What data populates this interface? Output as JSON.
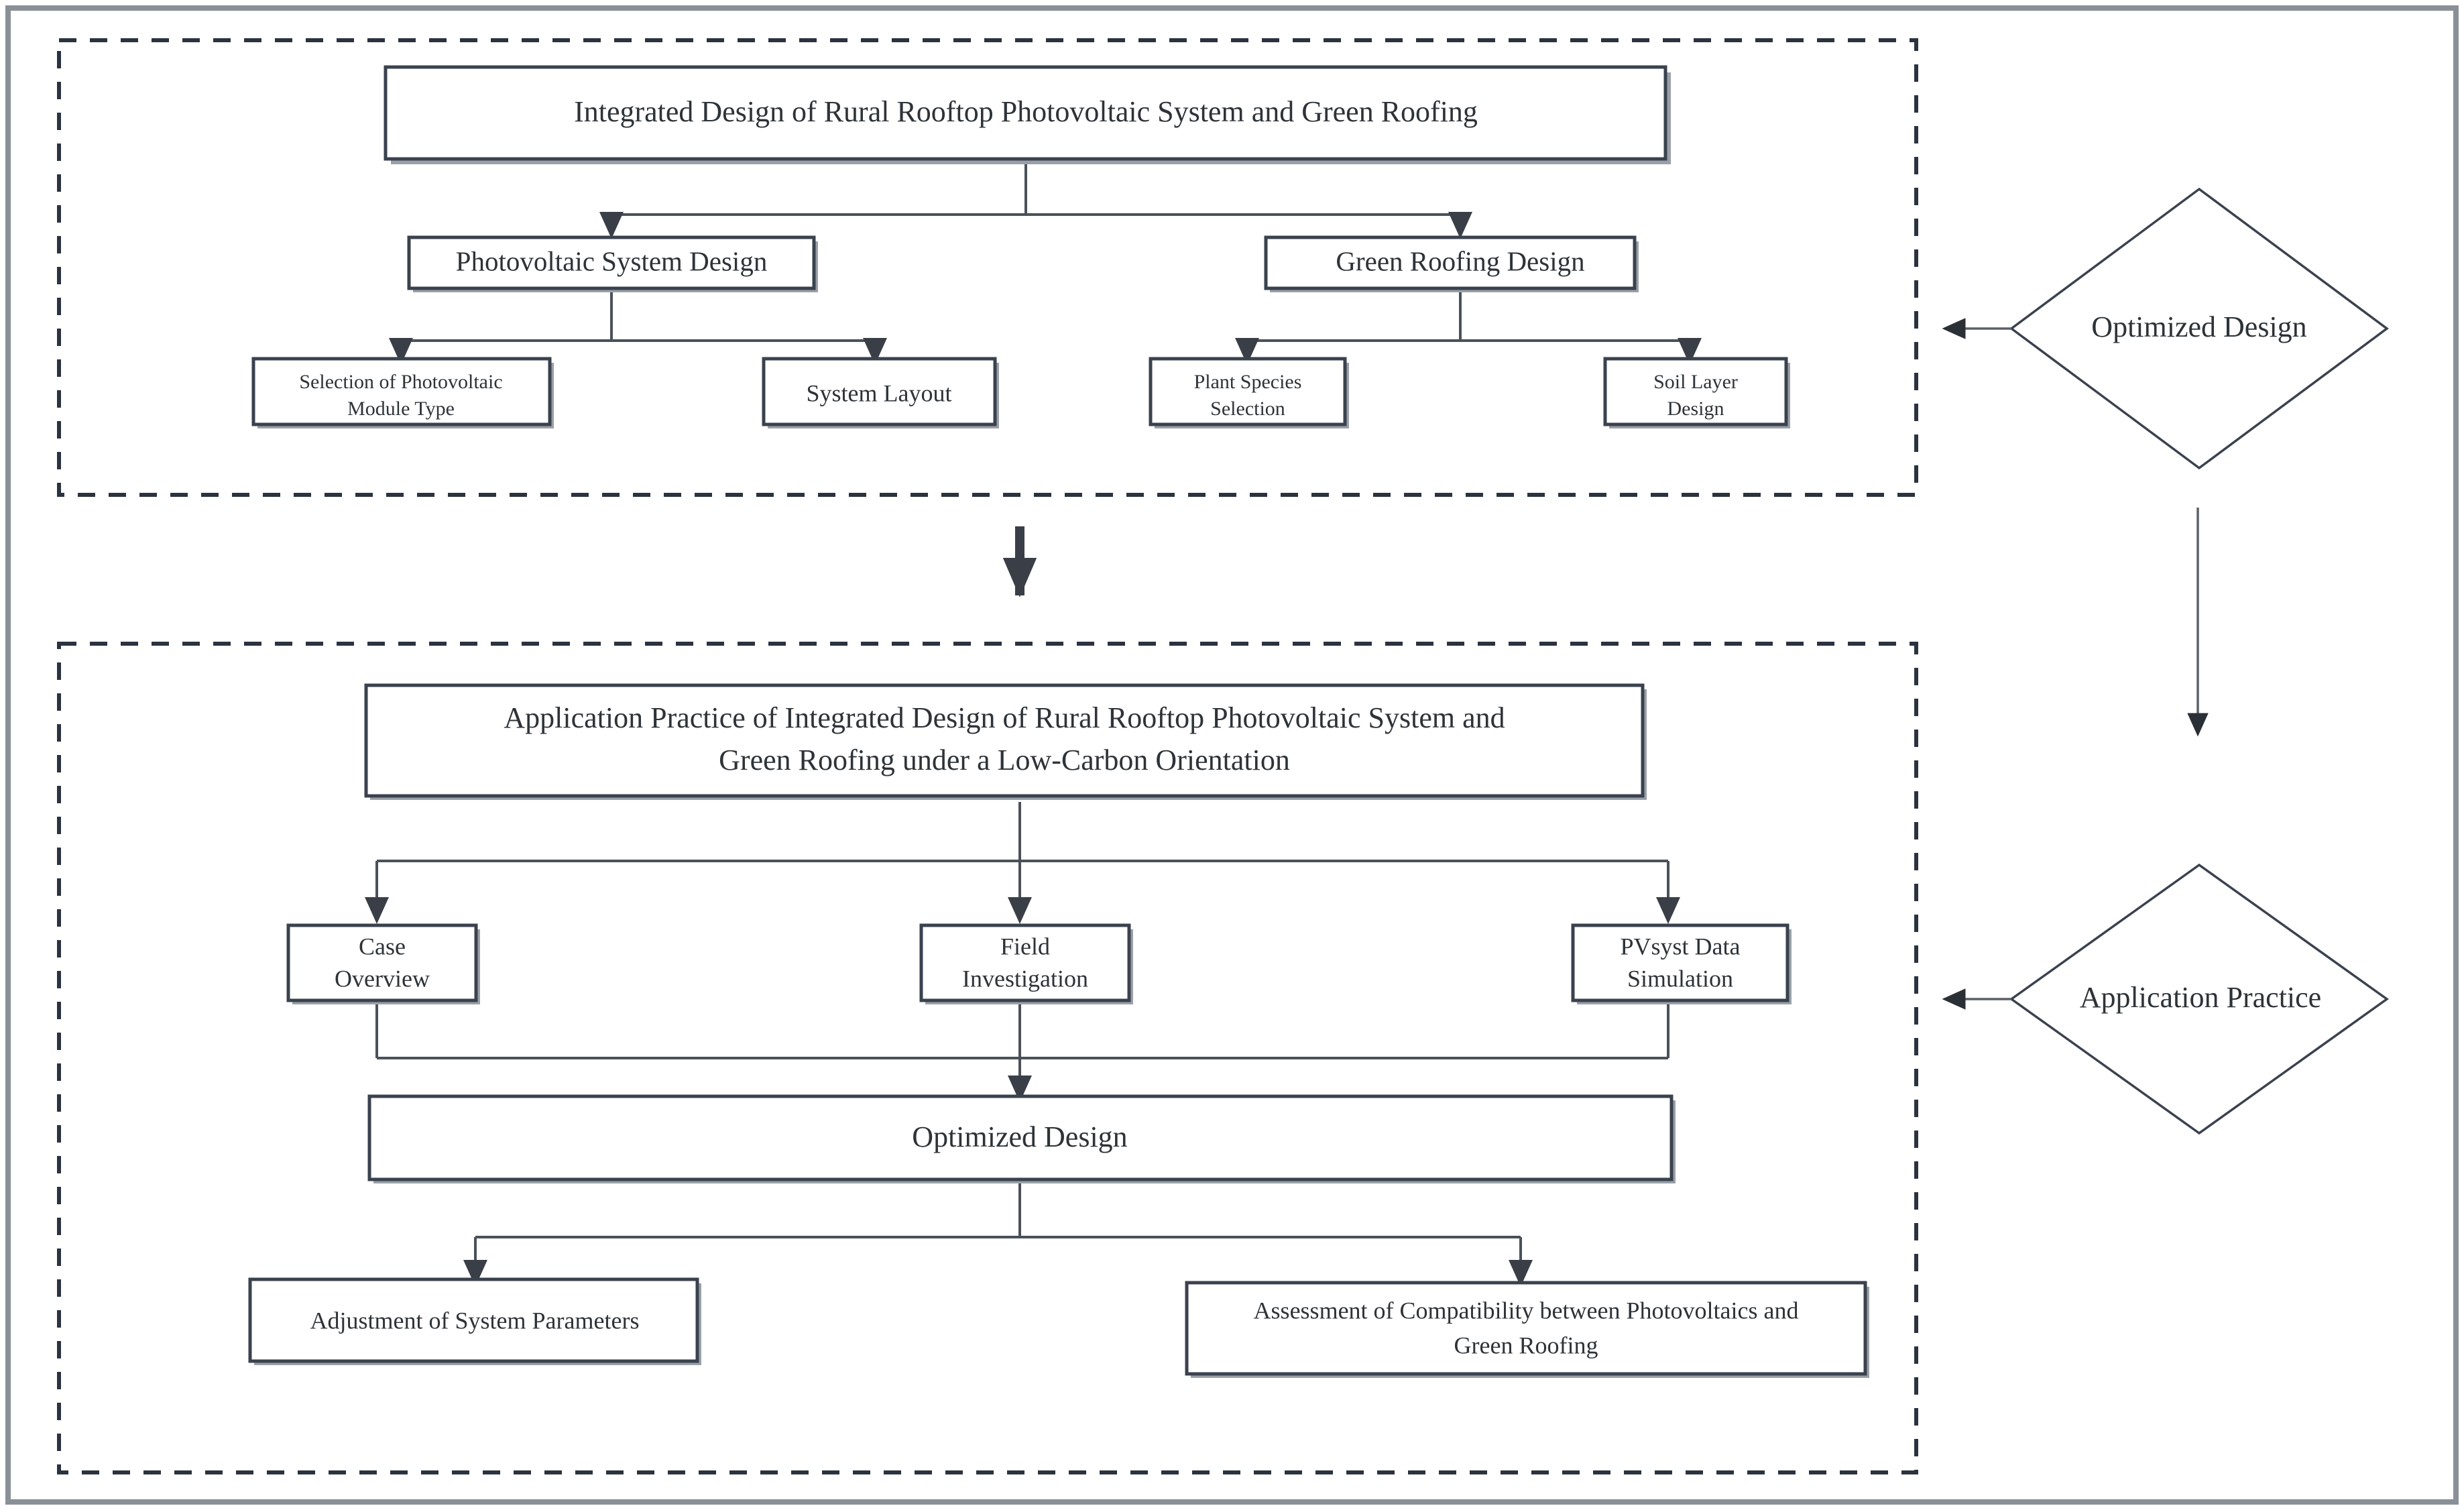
{
  "diagram": {
    "title_text": "",
    "colors": {
      "node_stroke": "#3a424e",
      "node_shadow": "#9aa0a8",
      "group_dash": "#2b333f",
      "outer_frame": "#8a9097",
      "connector": "#4a5159",
      "text": "#2e3338",
      "background": "#ffffff"
    },
    "groups": [
      {
        "id": "group-design",
        "label": ""
      },
      {
        "id": "group-practice",
        "label": ""
      }
    ],
    "nodes": {
      "root_design": "Integrated Design of Rural Rooftop Photovoltaic System and Green Roofing",
      "pv_system_design": "Photovoltaic System Design",
      "green_roofing_design": "Green Roofing Design",
      "module_type_line1": "Selection of Photovoltaic",
      "module_type_line2": "Module Type",
      "system_layout": "System Layout",
      "plant_species_line1": "Plant Species",
      "plant_species_line2": "Selection",
      "soil_layer_line1": "Soil Layer",
      "soil_layer_line2": "Design",
      "application_title_line1": "Application Practice of Integrated Design of Rural Rooftop Photovoltaic System and",
      "application_title_line2": "Green Roofing under a Low-Carbon Orientation",
      "case_overview_line1": "Case",
      "case_overview_line2": "Overview",
      "field_investigation_line1": "Field",
      "field_investigation_line2": "Investigation",
      "pvsyst_line1": "PVsyst Data",
      "pvsyst_line2": "Simulation",
      "optimized_design_box": "Optimized Design",
      "adjustment_params": "Adjustment of System Parameters",
      "assessment_line1": "Assessment of Compatibility between Photovoltaics and",
      "assessment_line2": "Green Roofing"
    },
    "decisions": {
      "optimized_design": "Optimized Design",
      "application_practice": "Application Practice"
    }
  }
}
